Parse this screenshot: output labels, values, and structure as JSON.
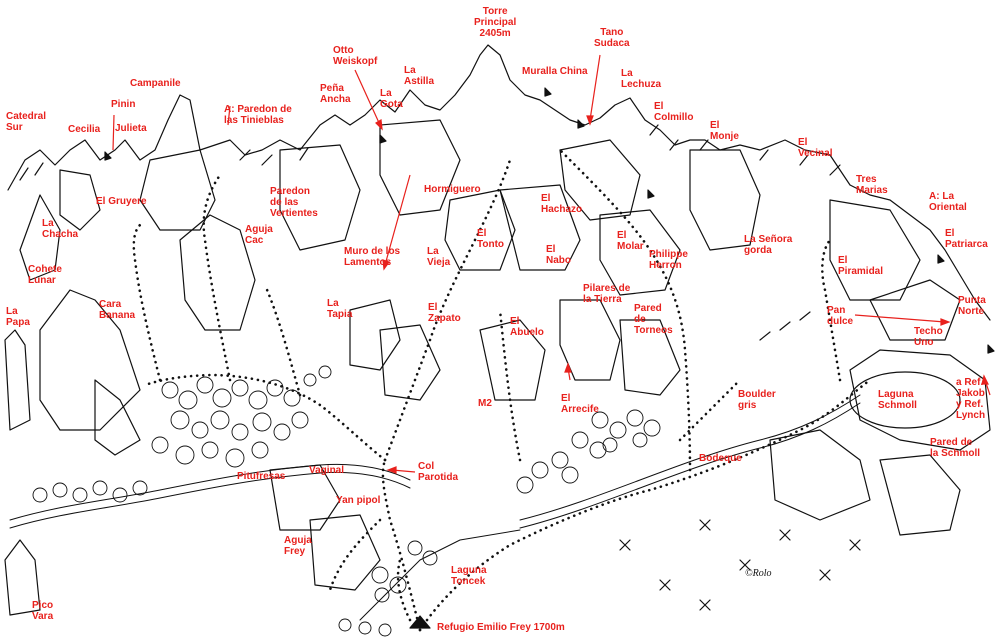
{
  "map": {
    "colors": {
      "label": "#e8211d",
      "ink": "#111111",
      "background": "#ffffff"
    },
    "labels": {
      "torre_principal": "Torre\nPrincipal\n2405m",
      "tano_sudaca": "Tano\nSudaca",
      "otto_weiskopf": "Otto\nWeiskopf",
      "la_astilla": "La\nAstilla",
      "muralla_china": "Muralla China",
      "la_lechuza": "La\nLechuza",
      "campanile": "Campanile",
      "pena_ancha": "Peña\nAncha",
      "la_gota": "La\nGota",
      "el_colmillo": "El\nColmillo",
      "pinin": "Pinin",
      "paredon_tinieblas": "A: Paredon de\nlas Tinieblas",
      "catedral_sur": "Catedral\nSur",
      "cecilia": "Cecilia",
      "julieta": "Julieta",
      "el_monje": "El\nMonje",
      "el_vecinal": "El\nVecinal",
      "tres_marias": "Tres\nMarias",
      "hormiguero": "Hormiguero",
      "paredon_vertientes": "Paredon\nde las\nVertientes",
      "el_gruyere": "El Gruyere",
      "el_hachazo": "El\nHachazo",
      "la_oriental": "A: La\nOriental",
      "la_chacha": "La\nChacha",
      "aguja_cac": "Aguja\nCac",
      "el_tonto": "El\nTonto",
      "el_molar": "El\nMolar",
      "el_patriarca": "El\nPatriarca",
      "muro_lamentos": "Muro de los\nLamentos",
      "la_vieja": "La\nVieja",
      "el_nabo": "El\nNabo",
      "philippe_herron": "Philippe\nHerron",
      "la_senora_gorda": "La Señora\ngorda",
      "cohete_lunar": "Cohete\nLunar",
      "el_piramidal": "El\nPiramidal",
      "pilares_tierra": "Pilares de\nla Tierra",
      "la_papa": "La\nPapa",
      "cara_banana": "Cara\nBanana",
      "la_tapia": "La\nTapia",
      "el_zapato": "El\nZapato",
      "punta_norte": "Punta\nNorte",
      "pan_dulce": "Pan\ndulce",
      "pared_torneos": "Pared\nde\nTorneos",
      "el_abuelo": "El\nAbuelo",
      "techo_uno": "Techo\nUno",
      "laguna_schmoll": "Laguna\nSchmoll",
      "ref_jakob_lynch": "a Ref.\nJakob\ny Ref.\nLynch",
      "m2": "M2",
      "el_arrecife": "El\nArrecife",
      "boulder_gris": "Boulder\ngris",
      "pared_schmoll": "Pared de\nla Schmoll",
      "vaginal": "Vaginal",
      "col_parotida": "Col\nParotida",
      "pitufresas": "Pitufresas",
      "bodeque": "Bodeque",
      "yan_pipol": "Yan pipol",
      "aguja_frey": "Aguja\nFrey",
      "laguna_toncek": "Laguna\nToncek",
      "pico_vara": "Pico\nVara",
      "refugio_frey": "Refugio Emilio Frey 1700m"
    },
    "signature": "©Rolo"
  }
}
